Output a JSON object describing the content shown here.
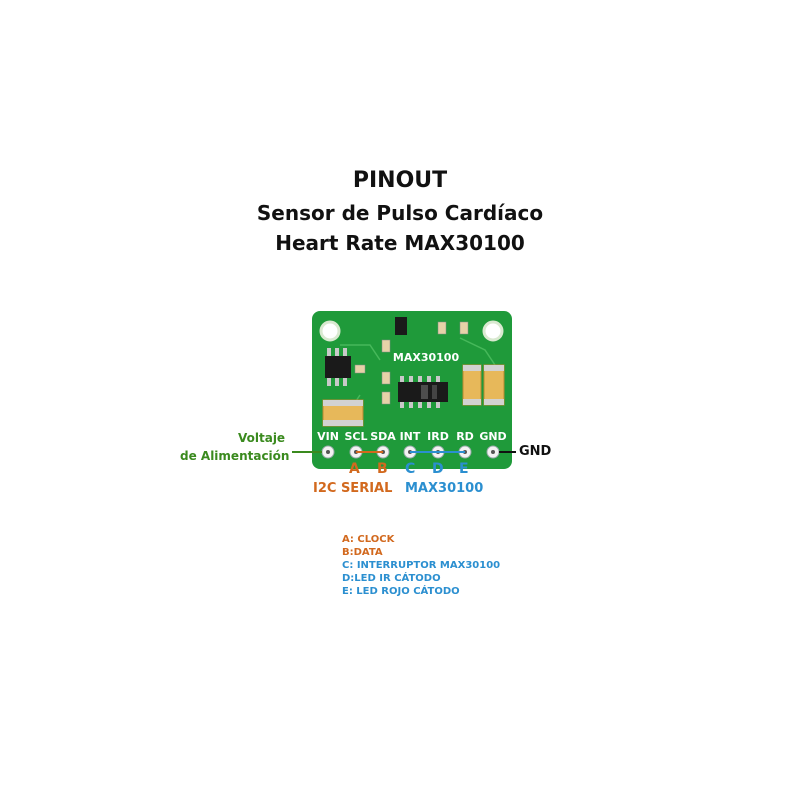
{
  "title": {
    "line1": "PINOUT",
    "line2": "Sensor de Pulso Cardíaco",
    "line3": "Heart Rate MAX30100"
  },
  "board": {
    "chip_label": "MAX30100",
    "pins": [
      "VIN",
      "SCL",
      "SDA",
      "INT",
      "IRD",
      "RD",
      "GND"
    ],
    "color": "#1f9a3a"
  },
  "labels": {
    "voltage_line1": "Voltaje",
    "voltage_line2": "de Alimentación",
    "gnd": "GND",
    "pin_letters": [
      "A",
      "B",
      "C",
      "D",
      "E"
    ],
    "group_i2c": "I2C SERIAL",
    "group_max": "MAX30100"
  },
  "legend": [
    "A: CLOCK",
    "B:DATA",
    "C: INTERRUPTOR MAX30100",
    "D:LED IR CÁTODO",
    "E: LED ROJO CÁTODO"
  ],
  "colors": {
    "orange": "#d2691e",
    "blue": "#2b8fd0",
    "green": "#3a8a1e"
  }
}
